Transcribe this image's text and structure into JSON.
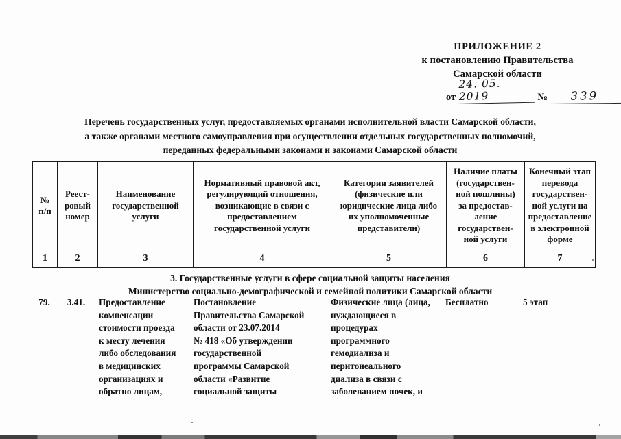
{
  "document": {
    "header": {
      "title": "ПРИЛОЖЕНИЕ 2",
      "line2": "к постановлению Правительства",
      "line3": "Самарской области",
      "date_label": "от",
      "date_value": "24. 05. 2019",
      "number_label": "№",
      "number_value": "339"
    },
    "intro": {
      "line1": "Перечень государственных услуг, предоставляемых органами исполнительной власти Самарской области,",
      "line2": "а также органами местного самоуправления при осуществлении отдельных государственных полномочий,",
      "line3": "переданных федеральными законами и законами Самарской области"
    },
    "table": {
      "headers": [
        {
          "lines": [
            "№",
            "п/п"
          ]
        },
        {
          "lines": [
            "Реест-",
            "ровый",
            "номер"
          ]
        },
        {
          "lines": [
            "Наименование",
            "государственной",
            "услуги"
          ]
        },
        {
          "lines": [
            "Нормативный правовой акт,",
            "регулирующий отношения,",
            "возникающие в связи с",
            "предоставлением",
            "государственной услуги"
          ]
        },
        {
          "lines": [
            "Категории заявителей",
            "(физические или",
            "юридические лица либо",
            "их уполномоченные",
            "представители)"
          ]
        },
        {
          "lines": [
            "Наличие платы",
            "(государствен-",
            "ной пошлины)",
            "за предостав-",
            "ление",
            "государствен-",
            "ной услуги"
          ]
        },
        {
          "lines": [
            "Конечный этап",
            "перевода",
            "государствен-",
            "ной услуги на",
            "предоставление",
            "в электронной",
            "форме"
          ]
        }
      ],
      "column_numbers": [
        "1",
        "2",
        "3",
        "4",
        "5",
        "6",
        "7"
      ]
    },
    "section": {
      "caption1": "3. Государственные услуги в сфере социальной защиты населения",
      "caption2": "Министерство социально-демографической и семейной политики Самарской области"
    },
    "row": {
      "number": "79.",
      "registry": "3.41.",
      "service_name": [
        "Предоставление",
        "компенсации",
        "стоимости  проезда",
        "к месту лечения",
        "либо обследования",
        "в медицинских",
        "организациях и",
        "обратно лицам,"
      ],
      "legal_act": [
        "Постановление",
        "Правительства Самарской",
        "области от 23.07.2014",
        "№ 418 «Об утверждении",
        "государственной",
        "программы Самарской",
        "области «Развитие",
        "социальной защиты"
      ],
      "applicants": [
        "Физические лица (лица,",
        "нуждающиеся в",
        "процедурах",
        "программного",
        "гемодиализа и",
        "перитонеального",
        "диализа в связи с",
        "заболеванием почек, и"
      ],
      "fee": "Бесплатно",
      "stage": "5 этап"
    }
  }
}
